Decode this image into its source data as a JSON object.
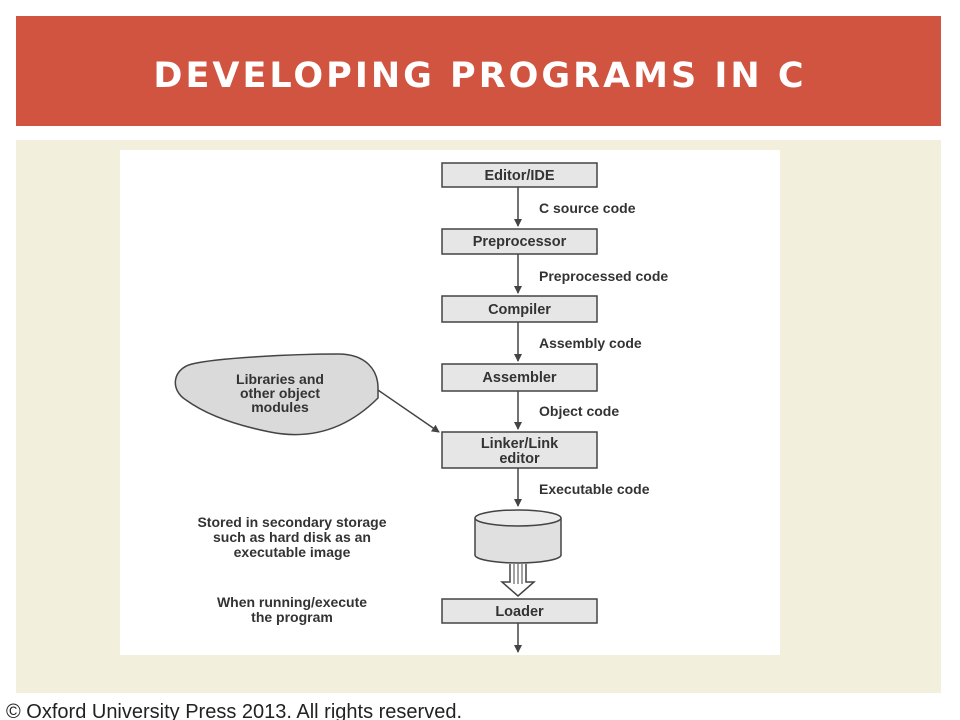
{
  "slide": {
    "title": "DEVELOPING PROGRAMS IN C",
    "copyright": "© Oxford University Press 2013. All rights reserved."
  },
  "diagram": {
    "boxes": {
      "editor": "Editor/IDE",
      "preprocessor": "Preprocessor",
      "compiler": "Compiler",
      "assembler": "Assembler",
      "linker_line1": "Linker/Link",
      "linker_line2": "editor",
      "loader": "Loader"
    },
    "edges": {
      "c_source": "C source code",
      "preprocessed": "Preprocessed code",
      "assembly": "Assembly code",
      "object": "Object code",
      "executable": "Executable code"
    },
    "libraries": {
      "line1": "Libraries and",
      "line2": "other object",
      "line3": "modules"
    },
    "storage_note": {
      "line1": "Stored in secondary storage",
      "line2": "such as hard disk as an",
      "line3": "executable image"
    },
    "run_note": {
      "line1": "When running/execute",
      "line2": "the program"
    }
  },
  "colors": {
    "title_bar": "#d15440",
    "content_panel": "#f2f0dd",
    "box_fill": "#e6e6e6",
    "stroke": "#444444"
  }
}
